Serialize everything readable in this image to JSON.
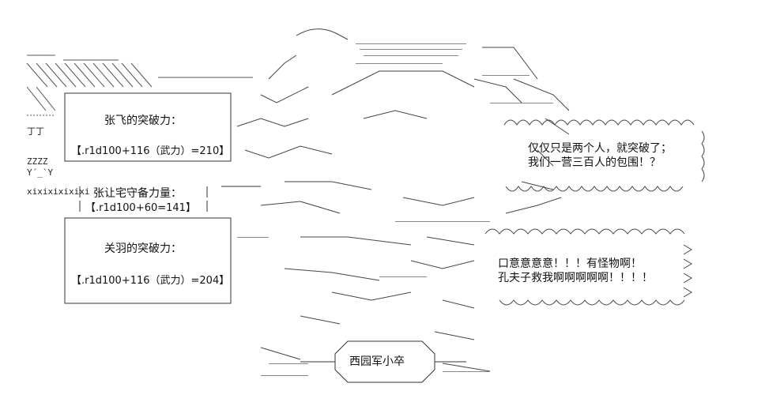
{
  "left_deco": {
    "line1": "ZZZZ",
    "line2": "Y´_`Y",
    "line3": "xixixixixixi",
    "line4": "丁丁"
  },
  "zhang_fei": {
    "title": "张飞的突破力：",
    "formula": "【.r1d100+116（武力）=210】"
  },
  "zhang_rang": {
    "title": "张让宅守备力量：",
    "formula": "【.r1d100+60=141】"
  },
  "guan_yu": {
    "title": "关羽的突破力：",
    "formula": "【.r1d100+116（武力）=204】"
  },
  "speech_top": {
    "line1": "仅仅只是两个人，就突破了；",
    "line2": "我们一营三百人的包围！？"
  },
  "speech_mid": {
    "line1": "口意意意意！！！有怪物啊！",
    "line2": "孔夫子救我啊啊啊啊啊！！！！"
  },
  "soldier_label": "西园军小卒"
}
